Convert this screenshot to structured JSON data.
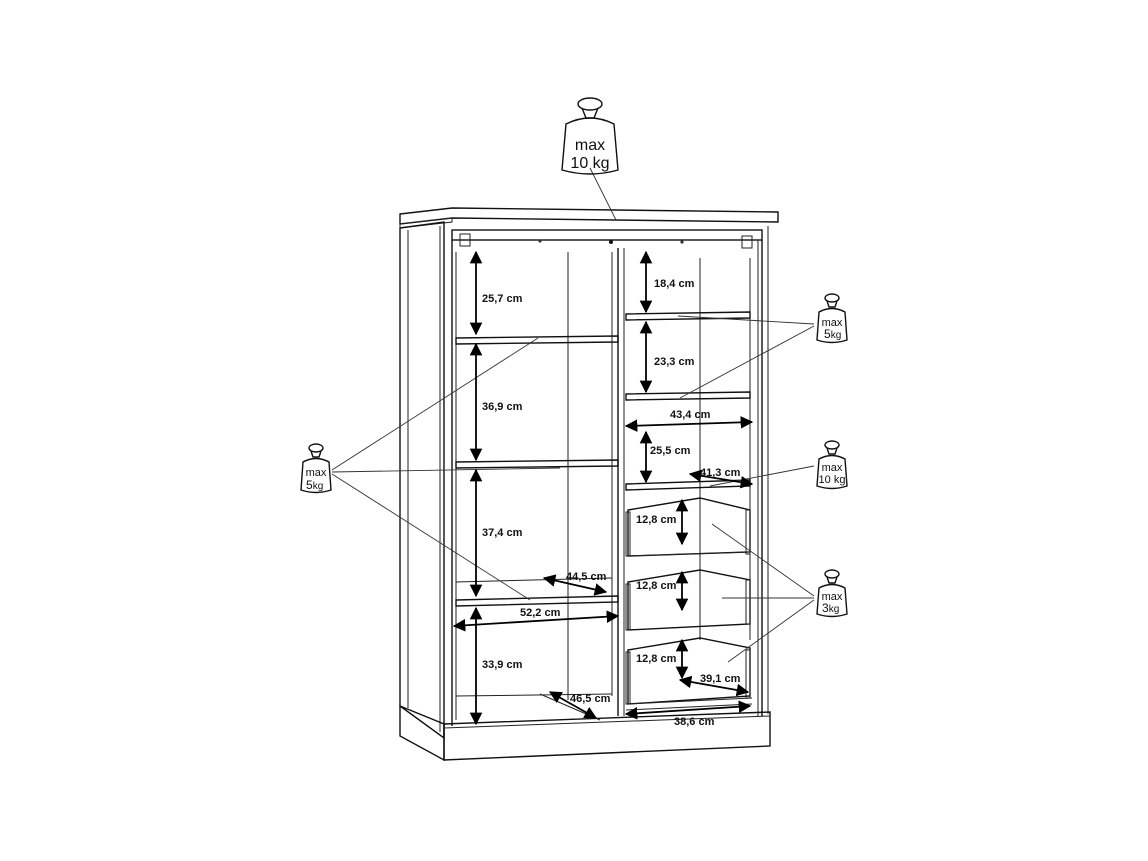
{
  "weights": {
    "top": {
      "max": "max",
      "kg": "10 kg"
    },
    "left": {
      "max": "max",
      "kg": "5",
      "unit": "kg"
    },
    "right_top": {
      "max": "max",
      "kg": "5",
      "unit": "kg"
    },
    "right_mid": {
      "max": "max",
      "kg": "10 kg"
    },
    "right_bottom": {
      "max": "max",
      "kg": "3",
      "unit": "kg"
    }
  },
  "dimensions": {
    "left_1": "25,7 cm",
    "left_2": "36,9 cm",
    "left_3": "37,4 cm",
    "left_4": "33,9 cm",
    "left_shelf_depth": "44,5 cm",
    "left_width": "52,2 cm",
    "left_base_depth": "46,5 cm",
    "right_1": "18,4 cm",
    "right_2": "23,3 cm",
    "right_width": "43,4 cm",
    "right_3": "25,5 cm",
    "right_shelf_depth": "41,3 cm",
    "drawer_1": "12,8 cm",
    "drawer_2": "12,8 cm",
    "drawer_3": "12,8 cm",
    "drawer_depth": "39,1 cm",
    "right_base_width": "38,6 cm"
  }
}
